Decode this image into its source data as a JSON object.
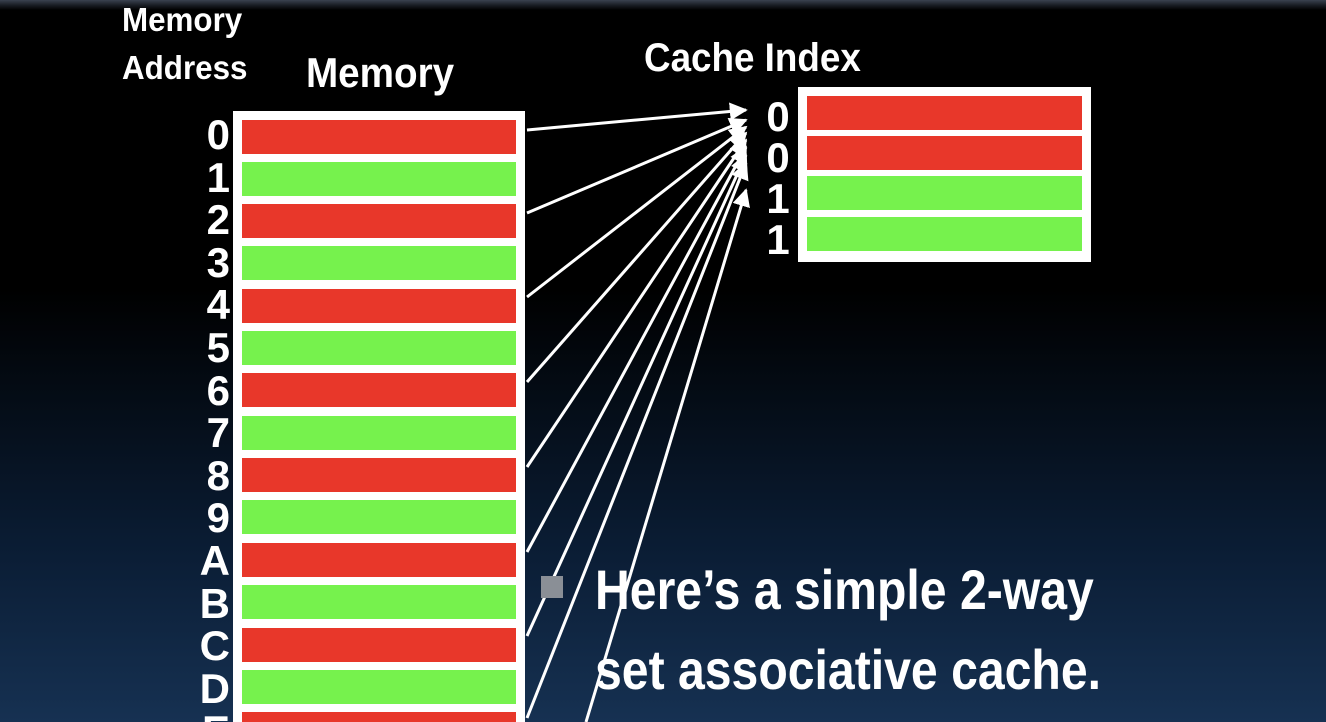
{
  "labels": {
    "memory_address_line1": "Memory",
    "memory_address_line2": "Address",
    "memory_title": "Memory",
    "cache_index_title": "Cache Index"
  },
  "memory": {
    "addresses": [
      "0",
      "1",
      "2",
      "3",
      "4",
      "5",
      "6",
      "7",
      "8",
      "9",
      "A",
      "B",
      "C",
      "D",
      "E"
    ],
    "row_colors": [
      "red",
      "green",
      "red",
      "green",
      "red",
      "green",
      "red",
      "green",
      "red",
      "green",
      "red",
      "green",
      "red",
      "green",
      "red"
    ]
  },
  "cache": {
    "indices": [
      "0",
      "0",
      "1",
      "1"
    ],
    "row_colors": [
      "red",
      "red",
      "green",
      "green"
    ]
  },
  "colors": {
    "red": "#e8372a",
    "green": "#76f24d",
    "frame": "#ffffff",
    "bullet": "#8a8f96"
  },
  "body": {
    "line1": "Here’s a simple 2-way",
    "line2": "set associative cache."
  }
}
